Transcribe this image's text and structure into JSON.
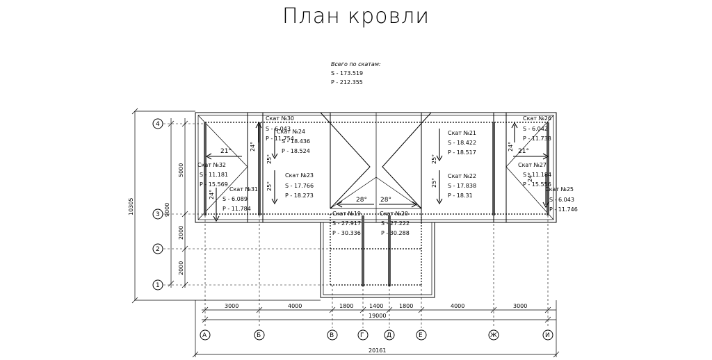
{
  "title": "План кровли",
  "summary": {
    "heading": "Всего по скатам:",
    "s": "S   -  173.519",
    "p": "P   -  212.355"
  },
  "slopes": {
    "s30": {
      "name": "Скат №30",
      "s": "S  -  6.043",
      "p": "P  -  11.754"
    },
    "s24": {
      "name": "Скат №24",
      "s": "S  -  18.436",
      "p": "P  -  18.524"
    },
    "s23": {
      "name": "Скат №23",
      "s": "S  -  17.766",
      "p": "P  -  18.273"
    },
    "s32": {
      "name": "Скат №32",
      "s": "S  -  11.181",
      "p": "P  -  15.569"
    },
    "s31": {
      "name": "Скат №31",
      "s": "S  -  6.089",
      "p": "P  -  11.784"
    },
    "s19": {
      "name": "Скат №19",
      "s": "S  -  27.917",
      "p": "P  -  30.336"
    },
    "s20": {
      "name": "Скат №20",
      "s": "S  -  27.222",
      "p": "P  -  30.288"
    },
    "s21": {
      "name": "Скат №21",
      "s": "S  -  18.422",
      "p": "P  -  18.517"
    },
    "s22": {
      "name": "Скат №22",
      "s": "S  -  17.838",
      "p": "P  -  18.31"
    },
    "s26": {
      "name": "Скат №26",
      "s": "S  -  6.042",
      "p": "P  -  11.738"
    },
    "s27": {
      "name": "Скат №27",
      "s": "S  -  11.184",
      "p": "P  -  15.556"
    },
    "s25": {
      "name": "Скат №25",
      "s": "S  -  6.043",
      "p": "P  -  11.746"
    }
  },
  "angles": {
    "a21": "21°",
    "a24": "24°",
    "a25": "25°",
    "a28": "28°"
  },
  "axes": {
    "rows": [
      "1",
      "2",
      "3",
      "4"
    ],
    "columns": [
      "А",
      "Б",
      "В",
      "Г",
      "Д",
      "Е",
      "Ж",
      "И"
    ]
  },
  "dimensions": {
    "bottom": [
      "3000",
      "4000",
      "1800",
      "1400",
      "1800",
      "4000",
      "3000"
    ],
    "bottom_total": "19000",
    "overall": "20161",
    "left_upper": "5000",
    "left_mid": "2000",
    "left_lower": "2000",
    "left_total": "9000",
    "left_overall": "10305"
  }
}
